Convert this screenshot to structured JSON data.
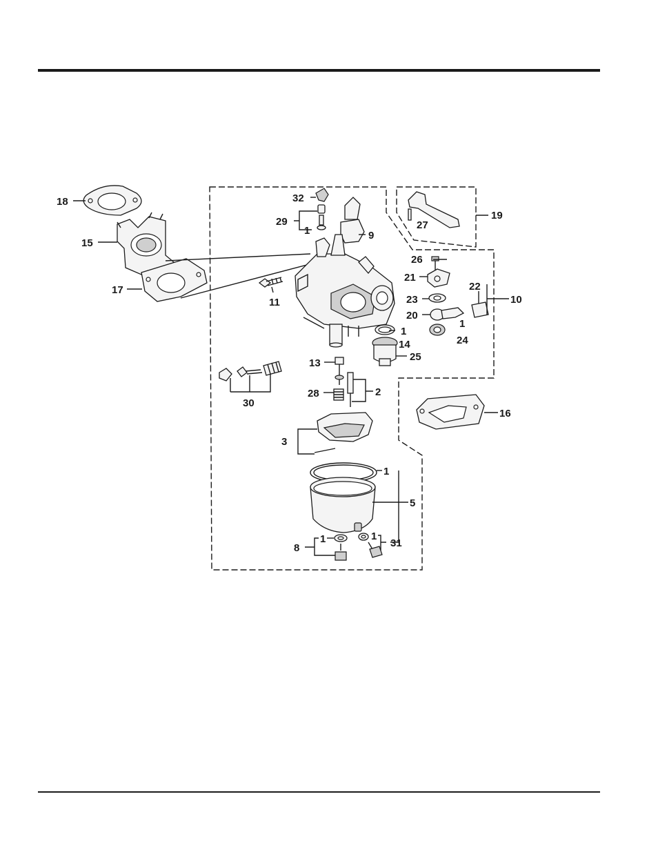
{
  "labels": {
    "l1a": "1",
    "l1b": "1",
    "l1c": "1",
    "l1d": "1",
    "l1e": "1",
    "l1f": "1",
    "l2": "2",
    "l3": "3",
    "l5": "5",
    "l8": "8",
    "l9": "9",
    "l10": "10",
    "l11": "11",
    "l13": "13",
    "l14": "14",
    "l15": "15",
    "l16": "16",
    "l17": "17",
    "l18": "18",
    "l19": "19",
    "l20": "20",
    "l21": "21",
    "l22": "22",
    "l23": "23",
    "l24": "24",
    "l25": "25",
    "l26": "26",
    "l27": "27",
    "l28": "28",
    "l29": "29",
    "l30": "30",
    "l31": "31",
    "l32": "32"
  }
}
